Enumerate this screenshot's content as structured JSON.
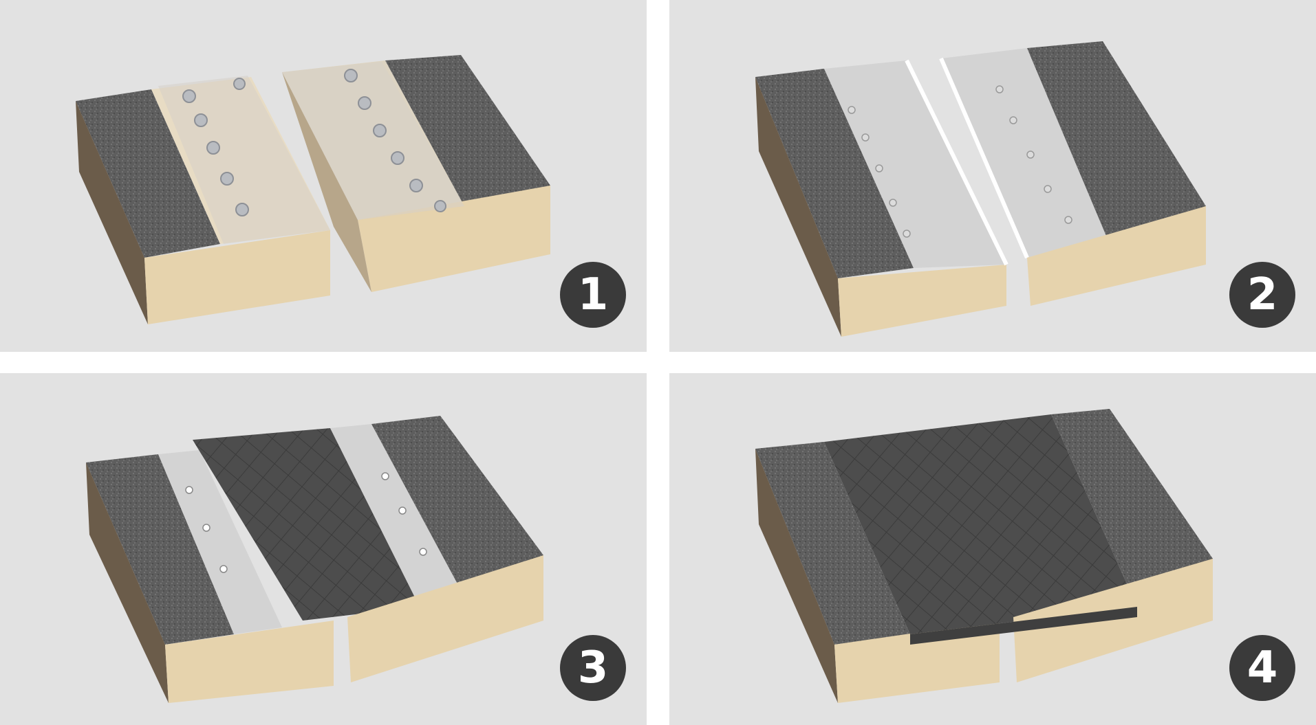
{
  "panels": [
    {
      "step_label": "1",
      "icon": "step-1-assembly-anchors"
    },
    {
      "step_label": "2",
      "icon": "step-2-base-plates"
    },
    {
      "step_label": "3",
      "icon": "step-3-cover-plate-first"
    },
    {
      "step_label": "4",
      "icon": "step-4-cover-plates-complete"
    }
  ],
  "colors": {
    "panel_background": "#e2e2e2",
    "badge_background": "#3a3a3a",
    "asphalt": "#5c5c5c",
    "concrete": "#e6d3ad",
    "plate": "#4d4d4d",
    "metal": "#c7c7c7"
  }
}
